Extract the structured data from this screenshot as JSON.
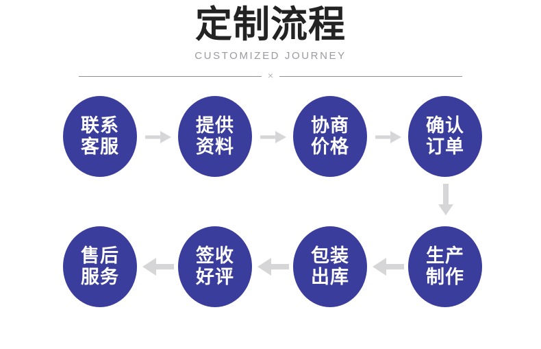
{
  "header": {
    "title": "定制流程",
    "subtitle": "CUSTOMIZED JOURNEY",
    "divider_mark": "×"
  },
  "colors": {
    "node_fill": "#3a3d9c",
    "node_text": "#ffffff",
    "title_text": "#232323",
    "subtitle_text": "#9a9aa0",
    "arrow": "#d6d6d8",
    "divider_line": "#8d8d94",
    "background": "#ffffff"
  },
  "flow": {
    "row_top": {
      "direction": "left-to-right",
      "nodes": [
        {
          "id": "contact-service",
          "line1": "联系",
          "line2": "客服"
        },
        {
          "id": "provide-materials",
          "line1": "提供",
          "line2": "资料"
        },
        {
          "id": "negotiate-price",
          "line1": "协商",
          "line2": "价格"
        },
        {
          "id": "confirm-order",
          "line1": "确认",
          "line2": "订单"
        }
      ],
      "connectors": [
        "arrow-right",
        "arrow-right",
        "arrow-right"
      ]
    },
    "row_connector": {
      "id": "row-link",
      "icon": "arrow-down"
    },
    "row_bottom": {
      "direction": "right-to-left",
      "nodes": [
        {
          "id": "after-sales-service",
          "line1": "售后",
          "line2": "服务"
        },
        {
          "id": "sign-and-review",
          "line1": "签收",
          "line2": "好评"
        },
        {
          "id": "package-and-ship",
          "line1": "包装",
          "line2": "出库"
        },
        {
          "id": "production",
          "line1": "生产",
          "line2": "制作"
        }
      ],
      "connectors": [
        "arrow-left",
        "arrow-left",
        "arrow-left"
      ]
    }
  }
}
